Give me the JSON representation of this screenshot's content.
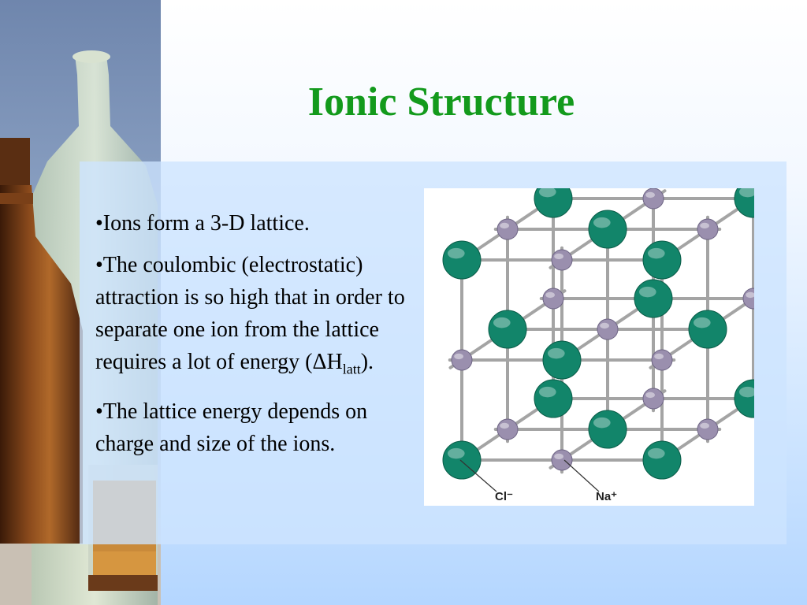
{
  "slide": {
    "title": "Ionic Structure",
    "bullets": [
      "•Ions form a 3-D lattice.",
      "•The coulombic (electrostatic) attraction is so high that in order to separate one ion from the lattice requires a lot of energy (",
      "•The lattice energy depends on charge and size of the ions."
    ],
    "delta_h_symbol": "ΔH",
    "delta_h_subscript": "latt",
    "delta_h_tail": ")."
  },
  "figure": {
    "label_cl": "Cl⁻",
    "label_na": "Na⁺"
  },
  "colors": {
    "title": "#139a1c",
    "cl_ion": "#12856a",
    "na_ion": "#9a8fae",
    "rod": "#a4a4a4"
  }
}
